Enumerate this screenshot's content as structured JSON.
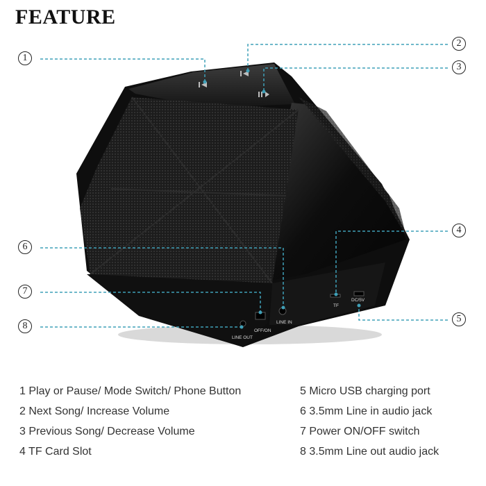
{
  "title": "FEATURE",
  "callouts": [
    {
      "number": "1",
      "description": "1 Play or Pause/ Mode Switch/ Phone Button"
    },
    {
      "number": "2",
      "description": "2 Next Song/ Increase Volume"
    },
    {
      "number": "3",
      "description": "3 Previous Song/ Decrease Volume"
    },
    {
      "number": "4",
      "description": "4 TF Card Slot"
    },
    {
      "number": "5",
      "description": "5 Micro USB charging port"
    },
    {
      "number": "6",
      "description": "6 3.5mm Line in audio jack"
    },
    {
      "number": "7",
      "description": "7 Power ON/OFF switch"
    },
    {
      "number": "8",
      "description": "8 3.5mm Line out audio jack"
    }
  ],
  "port_labels": {
    "line_out": "LINE OUT",
    "on_off": "OFF/ON",
    "line_in": "LINE IN",
    "tf": "TF",
    "dc": "DC/5V"
  },
  "colors": {
    "leader_line": "#3fa0b8",
    "body": "#121212",
    "grille": "#1e1e1e"
  }
}
